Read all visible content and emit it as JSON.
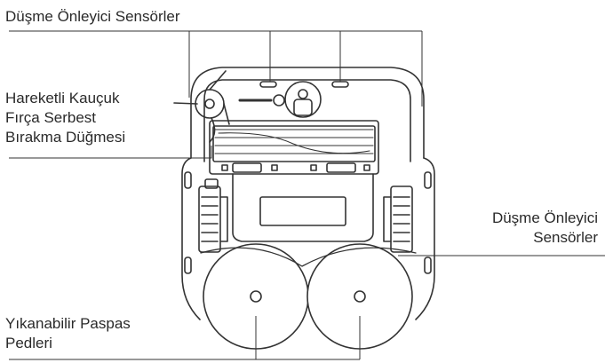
{
  "labels": {
    "cliff_sensors_top": "Düşme Önleyici Sensörler",
    "brush_release": [
      "Hareketli Kauçuk",
      "Fırça Serbest",
      "Bırakma Düğmesi"
    ],
    "cliff_sensors_right": [
      "Düşme Önleyici",
      "Sensörler"
    ],
    "mop_pads": [
      "Yıkanabilir Paspas",
      "Pedleri"
    ]
  },
  "colors": {
    "line": "#333333",
    "body_fill": "#ffffff",
    "text": "#2a2a2a"
  }
}
